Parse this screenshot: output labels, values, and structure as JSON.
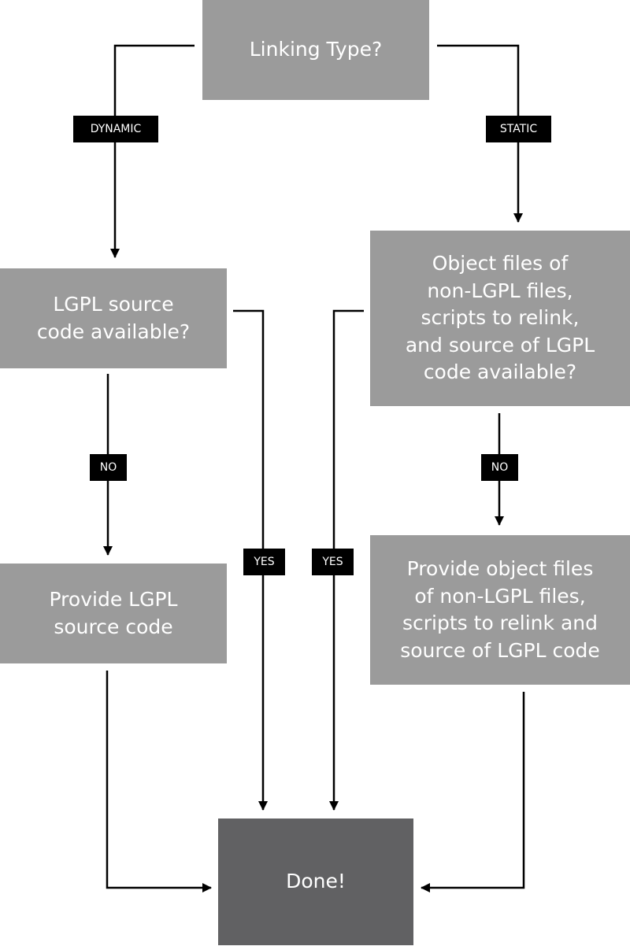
{
  "nodes": {
    "linking_type": "Linking Type?",
    "lgpl_source_available": "LGPL source\ncode available?",
    "object_files_available": "Object files of\nnon-LGPL files,\nscripts to relink,\nand source of LGPL\ncode available?",
    "provide_lgpl_source": "Provide LGPL\nsource code",
    "provide_object_files": "Provide object files\nof non-LGPL files,\nscripts to relink and\nsource of LGPL code",
    "done": "Done!"
  },
  "labels": {
    "dynamic": "DYNAMIC",
    "static": "STATIC",
    "no_left": "NO",
    "no_right": "NO",
    "yes_left": "YES",
    "yes_right": "YES"
  },
  "colors": {
    "box": "#9b9b9b",
    "done_box": "#616163",
    "label_bg": "#000000",
    "line": "#000000",
    "text": "#ffffff"
  }
}
